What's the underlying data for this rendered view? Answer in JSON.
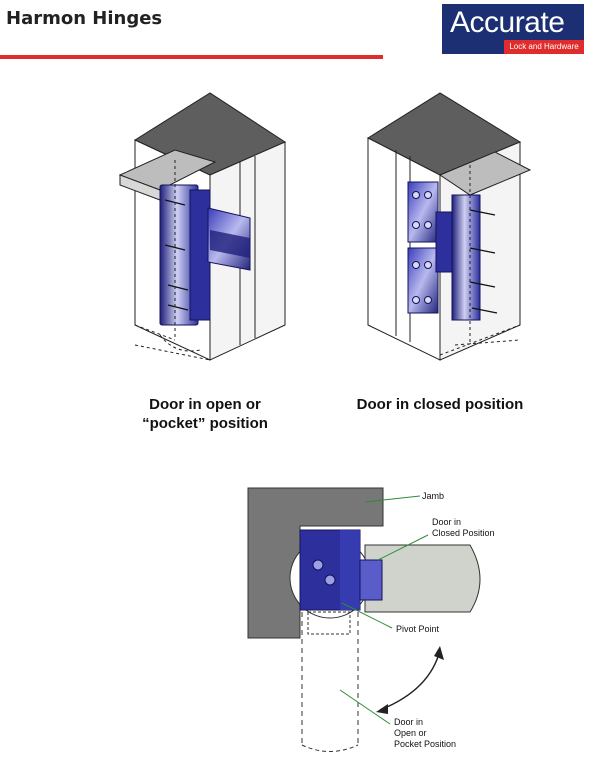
{
  "header": {
    "title": "Harmon Hinges",
    "logo_brand": "Accurate",
    "logo_tagline": "Lock and Hardware"
  },
  "figures": {
    "open_caption_line1": "Door in open or",
    "open_caption_line2": "“pocket” position",
    "closed_caption": "Door in closed position"
  },
  "plan_view": {
    "jamb": "Jamb",
    "closed_line1": "Door in",
    "closed_line2": "Closed Position",
    "pivot": "Pivot Point",
    "pocket_line1": "Door in",
    "pocket_line2": "Open or",
    "pocket_line3": "Pocket Position"
  },
  "colors": {
    "hinge_blue": "#2c2f9c",
    "accent_red": "#e02c2c",
    "logo_navy": "#1b2f72",
    "jamb_gray": "#777777",
    "callout_green": "#2e8b3a"
  }
}
